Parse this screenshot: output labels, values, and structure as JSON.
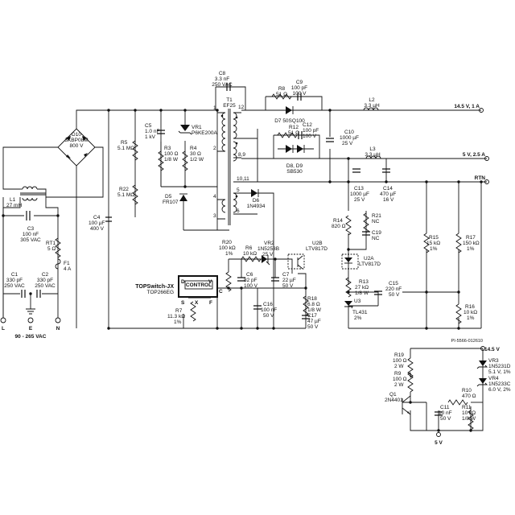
{
  "labels": {
    "c8": "C8",
    "c8v": "3.3 nF",
    "c8r": "250 VAC",
    "t1": "T1",
    "t1p": "EF25",
    "r8": "R8",
    "r8v": "51 Ω",
    "c9": "C9",
    "c9v": "100 pF",
    "c9r": "100 V",
    "d7": "D7 50SQ100",
    "l2": "L2",
    "l2v": "3.3 µH",
    "out1": "14.5 V, 1 A",
    "d10": "D10",
    "d10p": "3KBP08M",
    "d10r": "800 V",
    "c5": "C5",
    "c5v": "1.0 nF",
    "c5r": "1 kV",
    "vr1": "VR1",
    "vr1p": "P6KE200A",
    "r5": "R5",
    "r5v": "5.1 MΩ",
    "r12": "R12",
    "r12v": "51 Ω",
    "c12": "C12",
    "c12v": "100 pF",
    "c12r": "100 V",
    "c10": "C10",
    "c10v": "1000 µF",
    "c10r": "25 V",
    "l3": "L3",
    "l3v": "3.3 µH",
    "out2": "5 V, 2.5 A",
    "r3": "R3",
    "r3v": "100 Ω",
    "r3r": "1/8 W",
    "r4": "R4",
    "r4v": "30 Ω",
    "r4r": "1/2 W",
    "d89": "D8, D9",
    "d89p": "SB530",
    "rtn": "RTN",
    "r22": "R22",
    "r22v": "5.1 MΩ",
    "l1": "L1",
    "l1v": "27 mH",
    "d5": "D5",
    "d5p": "FR107",
    "d6": "D6",
    "d6p": "1N4934",
    "c13": "C13",
    "c13v": "1000 µF",
    "c13r": "25 V",
    "c14": "C14",
    "c14v": "470 µF",
    "c14r": "16 V",
    "c4": "C4",
    "c4v": "100 µF",
    "c4r": "400 V",
    "r21": "R21",
    "r21v": "NC",
    "r14": "R14",
    "r14v": "820 Ω",
    "c19": "C19",
    "c19v": "NC",
    "c3": "C3",
    "c3v": "100 nF",
    "c3r": "305 VAC",
    "rt1": "RT1",
    "rt1v": "5 Ω",
    "r20": "R20",
    "r20v": "100 kΩ",
    "r20r": "1%",
    "r6": "R6",
    "r6v": "10 kΩ",
    "vr2": "VR2",
    "vr2p": "1N5253B",
    "vr2r": "25 V",
    "u2b": "U2B",
    "u2bp": "LTV817D",
    "r15": "R15",
    "r15v": "15 kΩ",
    "r15r": "1%",
    "r17": "R17",
    "r17v": "150 kΩ",
    "r17r": "1%",
    "f1": "F1",
    "f1v": "4 A",
    "u2a": "U2A",
    "u2ap": "LTV817D",
    "c6": "C6",
    "c6v": "82 pF",
    "c6r": "100 V",
    "c7": "C7",
    "c7v": "22 µF",
    "c7r": "50 V",
    "ctrl": "CONTROL",
    "c1": "C1",
    "c1v": "330 pF",
    "c1r": "250 VAC",
    "c2": "C2",
    "c2v": "330 pF",
    "c2r": "250 VAC",
    "topsw": "TOPSwitch-JX",
    "topp": "TOP266EG",
    "r13": "R13",
    "r13v": "27 kΩ",
    "r13r": "1/8 W",
    "c15": "C15",
    "c15v": "220 nF",
    "c15r": "50 V",
    "r18": "R18",
    "r18v": "6.8 Ω",
    "r18r": "1/8 W",
    "u3": "U3",
    "u3p": "TL431",
    "u3r": "2%",
    "c16": "C16",
    "c16v": "100 nF",
    "c16r": "50 V",
    "c17": "C17",
    "c17v": "47 µF",
    "c17r": "50 V",
    "r16": "R16",
    "r16v": "10 kΩ",
    "r16r": "1%",
    "r7": "R7",
    "r7v": "11.3 kΩ",
    "r7r": "1%",
    "pinD": "D",
    "pinV": "V",
    "pinC": "C",
    "pinS": "S",
    "pinX": "X",
    "pinF": "F",
    "tl": "L",
    "te": "E",
    "tn": "N",
    "ac": "90 - 265 VAC",
    "pi": "PI-5566-012610",
    "out3": "14.5 V",
    "r19": "R19",
    "r19v": "100 Ω",
    "r19r": "2 W",
    "vr3": "VR3",
    "vr3p": "1N5231D",
    "vr3r": "5.1 V, 1%",
    "r9": "R9",
    "r9v": "100 Ω",
    "r9r": "2 W",
    "vr4": "VR4",
    "vr4p": "1N5233C",
    "vr4r": "6.0 V, 2%",
    "q1": "Q1",
    "q1p": "2N4401",
    "r10": "R10",
    "r10v": "470 Ω",
    "c11": "C11",
    "c11v": "10 nF",
    "c11r": "50 V",
    "r11": "R11",
    "r11v": "10 kΩ",
    "r11r": "1/8 W",
    "out4": "5 V",
    "p1": "1",
    "p2": "2",
    "p4": "4",
    "p3": "3",
    "p5": "5",
    "p6": "6",
    "p12": "12",
    "p89": "8,9",
    "p1011": "10,11"
  }
}
